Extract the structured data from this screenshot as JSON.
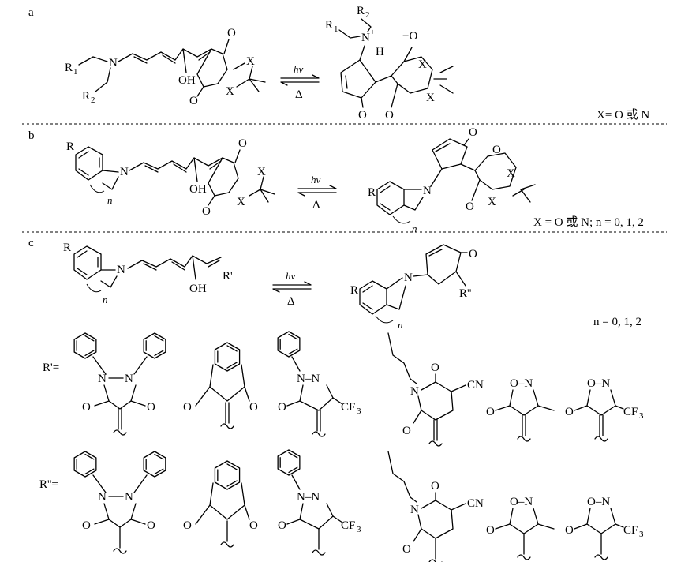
{
  "panels": [
    {
      "label": "a",
      "condition_forward": "hv",
      "condition_reverse": "Δ",
      "note": "X= O 或 N"
    },
    {
      "label": "b",
      "condition_forward": "hv",
      "condition_reverse": "Δ",
      "note": "X = O 或 N; n = 0, 1, 2"
    },
    {
      "label": "c",
      "condition_forward": "hv",
      "condition_reverse": "Δ",
      "note": "n = 0, 1, 2"
    }
  ],
  "atoms": {
    "R1": "R",
    "R2": "R",
    "sub1": "1",
    "sub2": "2",
    "N": "N",
    "Nplus": "+",
    "H": "H",
    "OH": "OH",
    "Ominus": "−O",
    "O": "O",
    "X": "X",
    "R": "R",
    "n": "n",
    "Rprime": "R'",
    "Rdouble": "R''",
    "CN": "CN",
    "CF3": "CF",
    "sub3": "3",
    "NN": "N–N",
    "ON": "O–N"
  },
  "substituent_rows": [
    {
      "label": "R'="
    },
    {
      "label": "R''="
    }
  ]
}
